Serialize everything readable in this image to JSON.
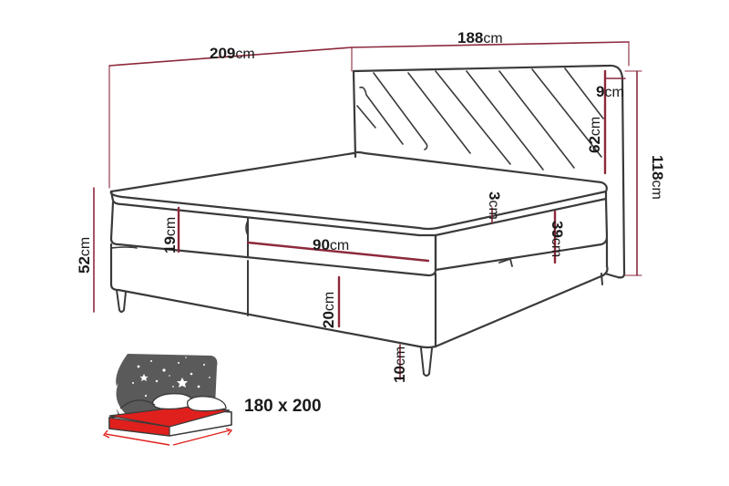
{
  "colors": {
    "outline": "#3a3a3a",
    "dimension_line": "#8c2a3c",
    "mattress": "#e0201c",
    "night_bg": "#5a5a5a"
  },
  "dimensions": {
    "total_length": {
      "value": "209",
      "unit": "cm"
    },
    "total_width": {
      "value": "188",
      "unit": "cm"
    },
    "headboard_thickness": {
      "value": "9",
      "unit": "cm"
    },
    "headboard_above_bed": {
      "value": "62",
      "unit": "cm"
    },
    "total_height": {
      "value": "118",
      "unit": "cm"
    },
    "topper_height": {
      "value": "3",
      "unit": "cm"
    },
    "mattress_height": {
      "value": "19",
      "unit": "cm"
    },
    "mattress_width": {
      "value": "90",
      "unit": "cm"
    },
    "box_height": {
      "value": "39",
      "unit": "cm"
    },
    "bed_height": {
      "value": "52",
      "unit": "cm"
    },
    "base_height": {
      "value": "20",
      "unit": "cm"
    },
    "leg_height": {
      "value": "10",
      "unit": "cm"
    }
  },
  "sleeping_area": {
    "label": "180 x 200"
  },
  "icons": {
    "sleeping_area_icon": "bed-with-pillows-and-stars-icon"
  }
}
